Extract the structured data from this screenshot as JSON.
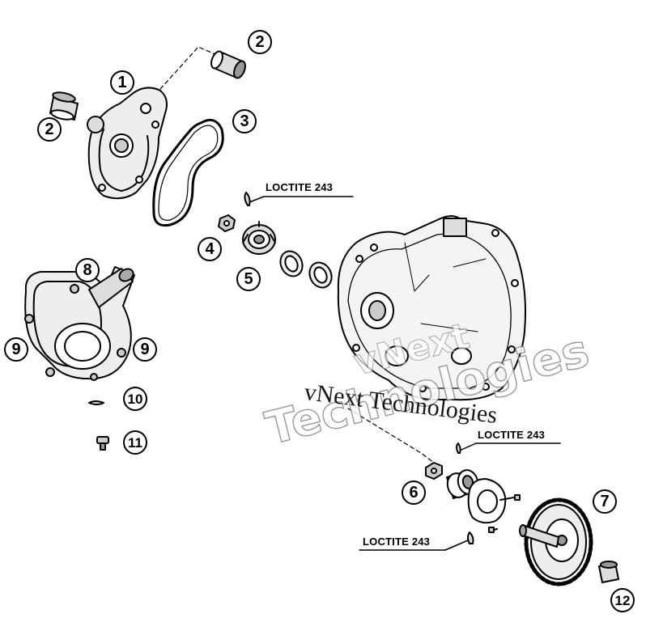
{
  "diagram": {
    "callouts": [
      {
        "id": "c1",
        "label": "1"
      },
      {
        "id": "c2a",
        "label": "2"
      },
      {
        "id": "c2b",
        "label": "2"
      },
      {
        "id": "c3",
        "label": "3"
      },
      {
        "id": "c4",
        "label": "4"
      },
      {
        "id": "c5",
        "label": "5"
      },
      {
        "id": "c6",
        "label": "6"
      },
      {
        "id": "c7",
        "label": "7"
      },
      {
        "id": "c8",
        "label": "8"
      },
      {
        "id": "c9a",
        "label": "9"
      },
      {
        "id": "c9b",
        "label": "9"
      },
      {
        "id": "c10",
        "label": "10"
      },
      {
        "id": "c11",
        "label": "11"
      },
      {
        "id": "c12",
        "label": "12"
      }
    ],
    "loctite_labels": [
      "LOCTITE 243",
      "LOCTITE 243",
      "LOCTITE 243"
    ],
    "watermark": {
      "line1": "vNext Technologies",
      "line2": "Technologies",
      "line3": "vNext"
    },
    "colors": {
      "ink": "#000000",
      "paper": "#ffffff",
      "watermark": "#888888"
    }
  }
}
